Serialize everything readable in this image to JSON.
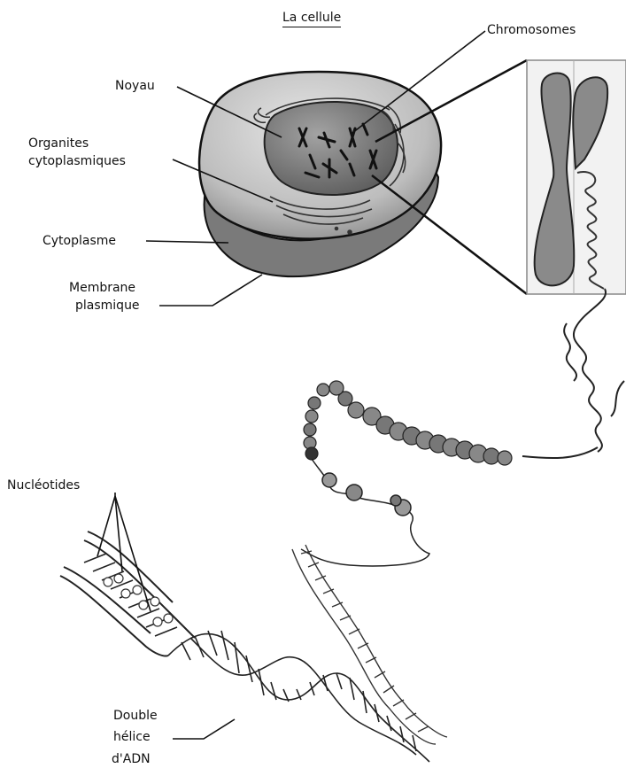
{
  "diagram": {
    "title": "La cellule",
    "labels": {
      "chromosomes": "Chromosomes",
      "noyau": "Noyau",
      "organites_1": "Organites",
      "organites_2": "cytoplasmiques",
      "cytoplasme": "Cytoplasme",
      "membrane_1": "Membrane",
      "membrane_2": "plasmique",
      "nucleotides": "Nucléotides",
      "double_1": "Double",
      "double_2": "hélice",
      "double_3": "d'ADN"
    }
  }
}
